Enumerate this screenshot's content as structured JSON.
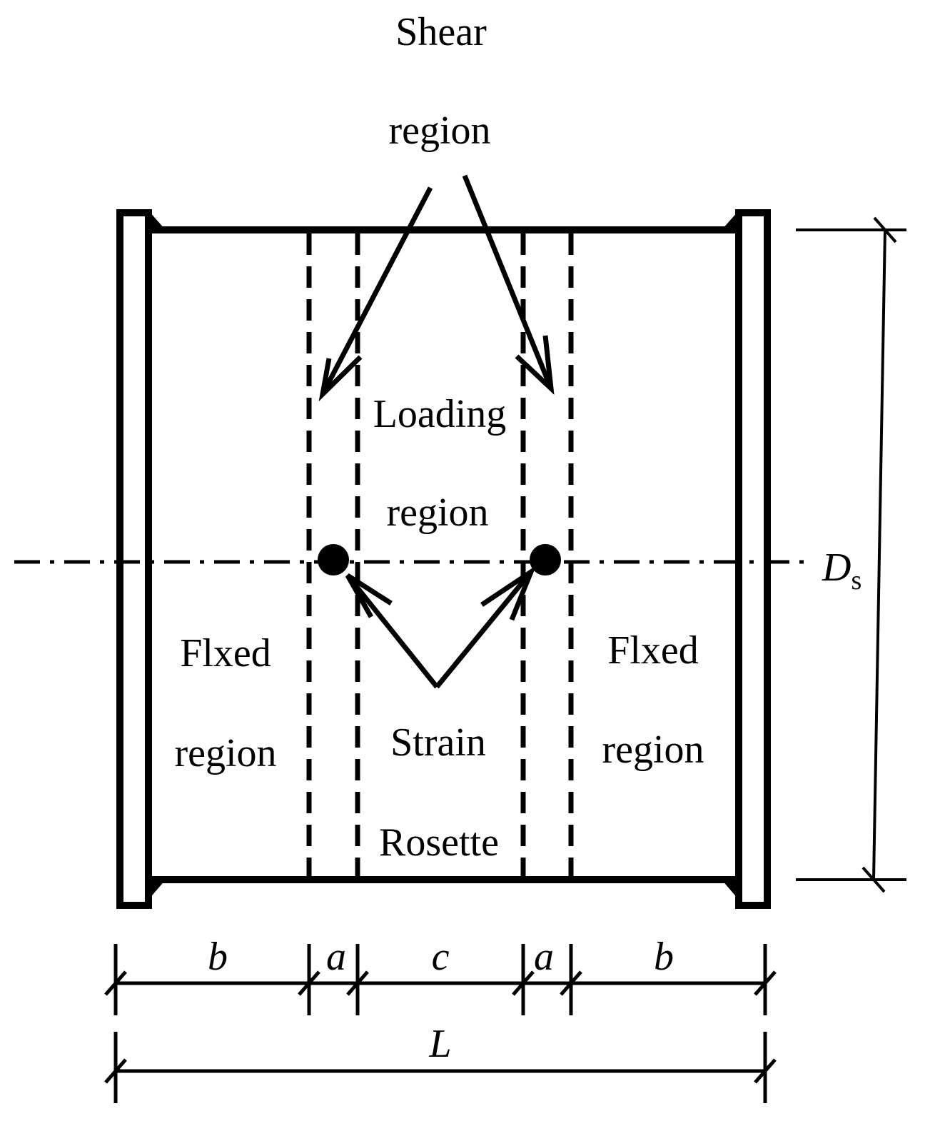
{
  "labels": {
    "shear_line1": "Shear",
    "shear_line2": "region",
    "loading_line1": "Loading",
    "loading_line2": "region",
    "fixed_left_line1": "Flxed",
    "fixed_left_line2": "region",
    "fixed_right_line1": "Flxed",
    "fixed_right_line2": "region",
    "strain_line1": "Strain",
    "strain_line2": "Rosette"
  },
  "dimensions": {
    "b_left": "b",
    "a_left": "a",
    "c": "c",
    "a_right": "a",
    "b_right": "b",
    "total": "L",
    "diameter_main": "D",
    "diameter_sub": "s"
  }
}
